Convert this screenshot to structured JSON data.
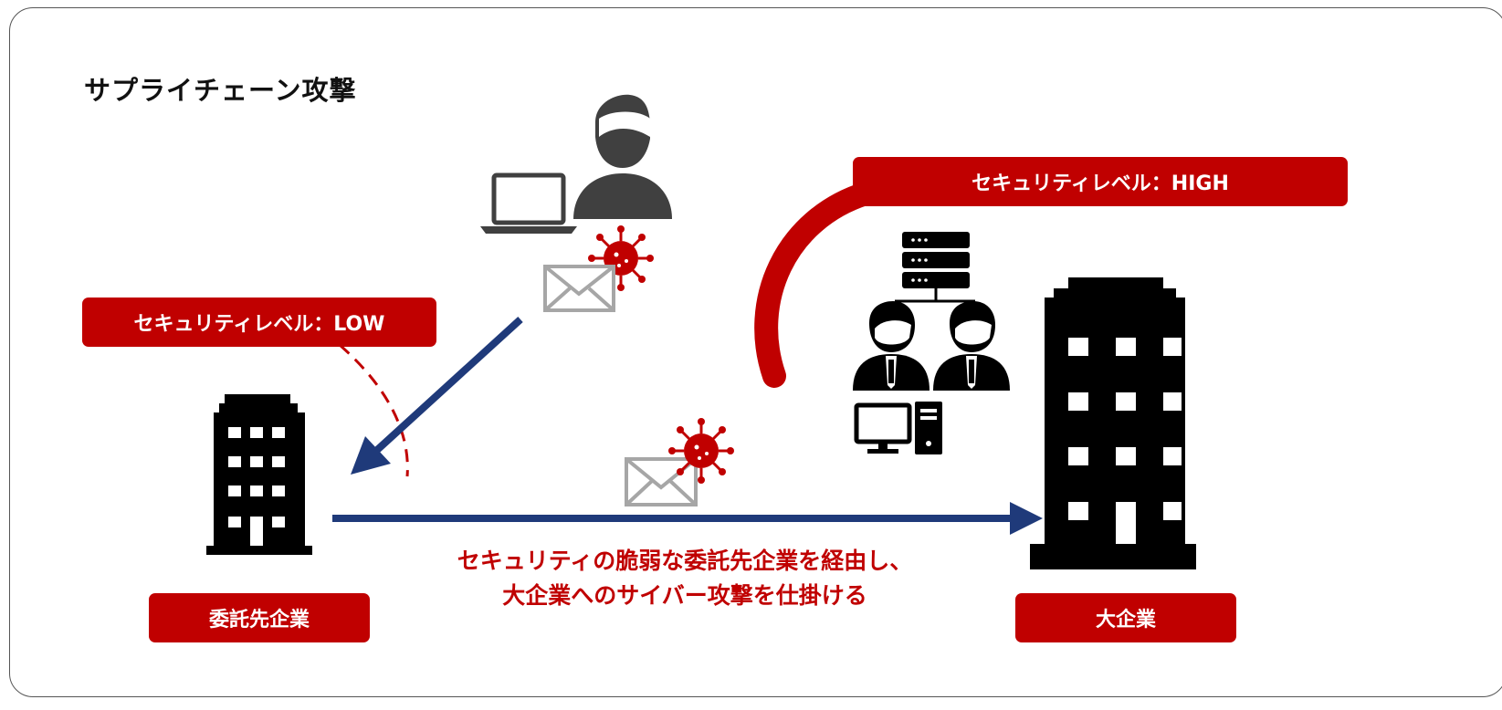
{
  "title": "サプライチェーン攻撃",
  "labels": {
    "security_low": "セキュリティレベル：LOW",
    "security_high": "セキュリティレベル：HIGH",
    "subcontractor": "委託先企業",
    "large_company": "大企業"
  },
  "caption": {
    "line1": "セキュリティの脆弱な委託先企業を経由し、",
    "line2": "大企業へのサイバー攻撃を仕掛ける"
  },
  "colors": {
    "accent": "#c00000",
    "arrow": "#1f3a7a",
    "icon": "#404040",
    "building": "#000000",
    "mail": "#a6a6a6"
  },
  "icons": [
    "attacker-icon",
    "laptop-icon",
    "virus-icon",
    "mail-icon",
    "server-icon",
    "staff-icon",
    "desktop-icon",
    "building-icon"
  ]
}
